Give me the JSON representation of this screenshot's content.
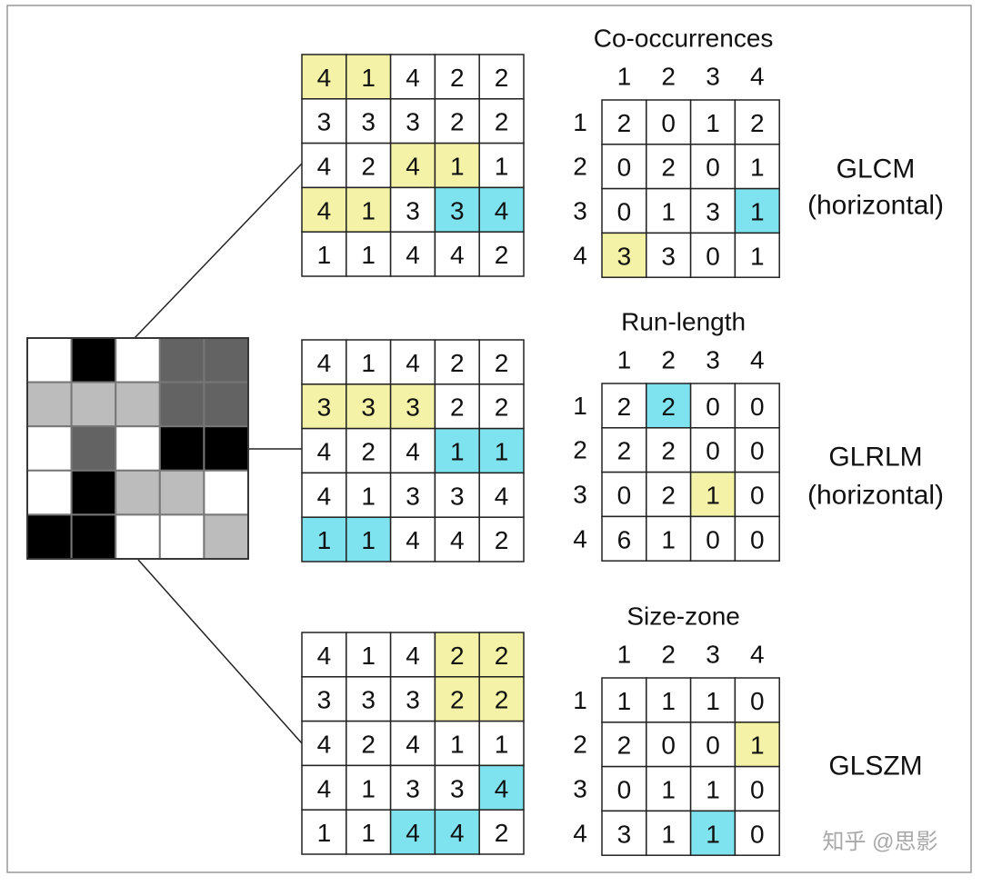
{
  "source_image": {
    "rows": [
      [
        "white",
        "black",
        "white",
        "dark",
        "dark"
      ],
      [
        "light",
        "light",
        "light",
        "dark",
        "dark"
      ],
      [
        "white",
        "dark",
        "white",
        "black",
        "black"
      ],
      [
        "white",
        "black",
        "light",
        "light",
        "white"
      ],
      [
        "black",
        "black",
        "white",
        "white",
        "light"
      ]
    ]
  },
  "colors": {
    "white": "#ffffff",
    "black": "#000000",
    "dark": "#636363",
    "light": "#bcbcbc",
    "yellow": "#f4f2a7",
    "blue": "#7fe3ef",
    "line": "#222222",
    "text": "#111111"
  },
  "sections": [
    {
      "id": "glcm",
      "matrix": {
        "rows": [
          [
            "4",
            "1",
            "4",
            "2",
            "2"
          ],
          [
            "3",
            "3",
            "3",
            "2",
            "2"
          ],
          [
            "4",
            "2",
            "4",
            "1",
            "1"
          ],
          [
            "4",
            "1",
            "3",
            "3",
            "4"
          ],
          [
            "1",
            "1",
            "4",
            "4",
            "2"
          ]
        ],
        "highlight": [
          [
            "y",
            "y",
            "",
            "",
            ""
          ],
          [
            "",
            "",
            "",
            "",
            ""
          ],
          [
            "",
            "",
            "y",
            "y",
            ""
          ],
          [
            "y",
            "y",
            "",
            "b",
            "b"
          ],
          [
            "",
            "",
            "",
            "",
            ""
          ]
        ]
      },
      "result_title": "Co-occurrences",
      "col_headers": [
        "1",
        "2",
        "3",
        "4"
      ],
      "row_headers": [
        "1",
        "2",
        "3",
        "4"
      ],
      "result": {
        "rows": [
          [
            "2",
            "0",
            "1",
            "2"
          ],
          [
            "0",
            "2",
            "0",
            "1"
          ],
          [
            "0",
            "1",
            "3",
            "1"
          ],
          [
            "3",
            "3",
            "0",
            "1"
          ]
        ],
        "highlight": [
          [
            "",
            "",
            "",
            ""
          ],
          [
            "",
            "",
            "",
            ""
          ],
          [
            "",
            "",
            "",
            "b"
          ],
          [
            "y",
            "",
            "",
            ""
          ]
        ]
      },
      "label_lines": [
        "GLCM",
        "(horizontal)"
      ]
    },
    {
      "id": "glrlm",
      "matrix": {
        "rows": [
          [
            "4",
            "1",
            "4",
            "2",
            "2"
          ],
          [
            "3",
            "3",
            "3",
            "2",
            "2"
          ],
          [
            "4",
            "2",
            "4",
            "1",
            "1"
          ],
          [
            "4",
            "1",
            "3",
            "3",
            "4"
          ],
          [
            "1",
            "1",
            "4",
            "4",
            "2"
          ]
        ],
        "highlight": [
          [
            "",
            "",
            "",
            "",
            ""
          ],
          [
            "y",
            "y",
            "y",
            "",
            ""
          ],
          [
            "",
            "",
            "",
            "b",
            "b"
          ],
          [
            "",
            "",
            "",
            "",
            ""
          ],
          [
            "b",
            "b",
            "",
            "",
            ""
          ]
        ]
      },
      "result_title": "Run-length",
      "col_headers": [
        "1",
        "2",
        "3",
        "4"
      ],
      "row_headers": [
        "1",
        "2",
        "3",
        "4"
      ],
      "result": {
        "rows": [
          [
            "2",
            "2",
            "0",
            "0"
          ],
          [
            "2",
            "2",
            "0",
            "0"
          ],
          [
            "0",
            "2",
            "1",
            "0"
          ],
          [
            "6",
            "1",
            "0",
            "0"
          ]
        ],
        "highlight": [
          [
            "",
            "b",
            "",
            ""
          ],
          [
            "",
            "",
            "",
            ""
          ],
          [
            "",
            "",
            "y",
            ""
          ],
          [
            "",
            "",
            "",
            ""
          ]
        ]
      },
      "label_lines": [
        "GLRLM",
        "(horizontal)"
      ]
    },
    {
      "id": "glszm",
      "matrix": {
        "rows": [
          [
            "4",
            "1",
            "4",
            "2",
            "2"
          ],
          [
            "3",
            "3",
            "3",
            "2",
            "2"
          ],
          [
            "4",
            "2",
            "4",
            "1",
            "1"
          ],
          [
            "4",
            "1",
            "3",
            "3",
            "4"
          ],
          [
            "1",
            "1",
            "4",
            "4",
            "2"
          ]
        ],
        "highlight": [
          [
            "",
            "",
            "",
            "y",
            "y"
          ],
          [
            "",
            "",
            "",
            "y",
            "y"
          ],
          [
            "",
            "",
            "",
            "",
            ""
          ],
          [
            "",
            "",
            "",
            "",
            "b"
          ],
          [
            "",
            "",
            "b",
            "b",
            ""
          ]
        ]
      },
      "result_title": "Size-zone",
      "col_headers": [
        "1",
        "2",
        "3",
        "4"
      ],
      "row_headers": [
        "1",
        "2",
        "3",
        "4"
      ],
      "result": {
        "rows": [
          [
            "1",
            "1",
            "1",
            "0"
          ],
          [
            "2",
            "0",
            "0",
            "1"
          ],
          [
            "0",
            "1",
            "1",
            "0"
          ],
          [
            "3",
            "1",
            "1",
            "0"
          ]
        ],
        "highlight": [
          [
            "",
            "",
            "",
            ""
          ],
          [
            "",
            "",
            "",
            "y"
          ],
          [
            "",
            "",
            "",
            ""
          ],
          [
            "",
            "",
            "b",
            ""
          ]
        ]
      },
      "label_lines": [
        "GLSZM"
      ]
    }
  ],
  "watermark": "知乎 @思影"
}
